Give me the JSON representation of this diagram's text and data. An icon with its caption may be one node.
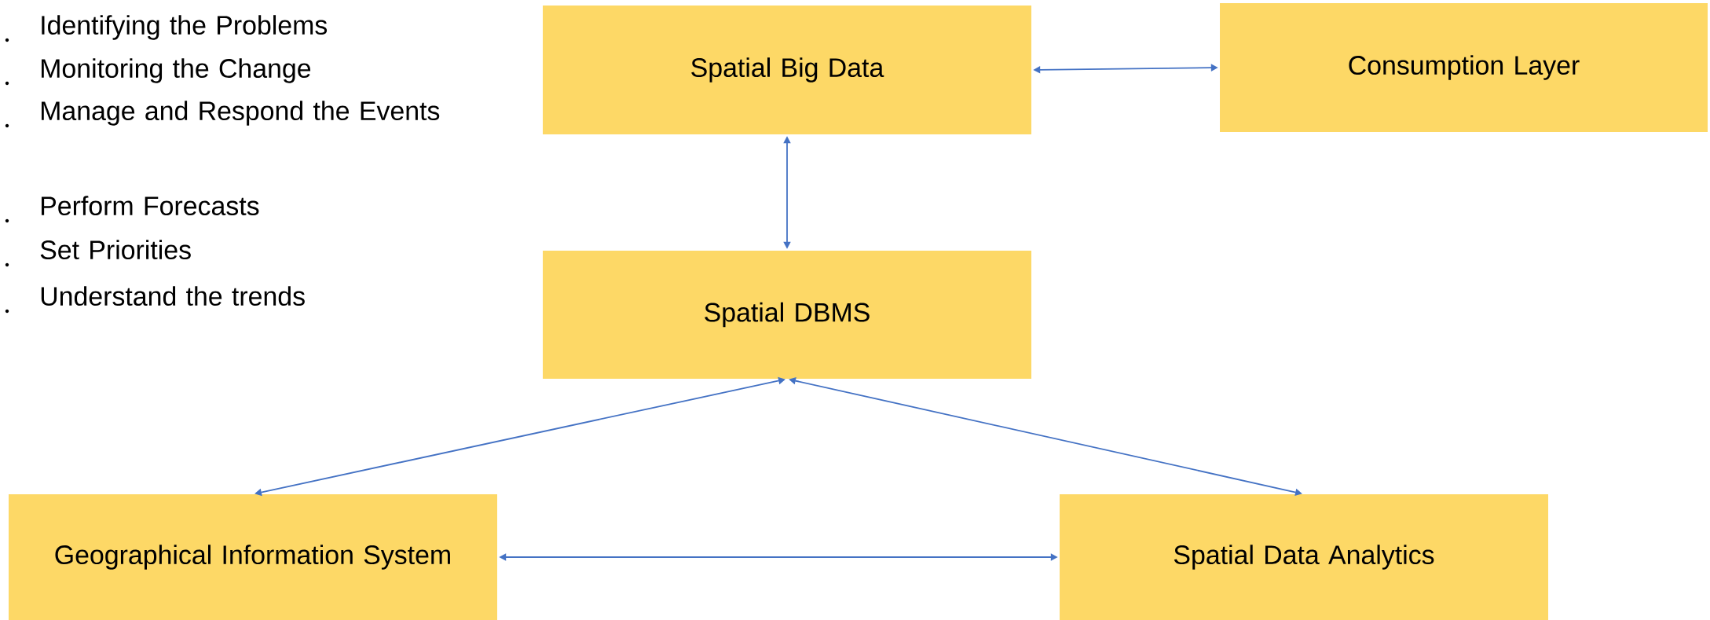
{
  "diagram": {
    "nodes": [
      {
        "text": [
          "Spatial Big Data"
        ]
      },
      {
        "text": [
          "Consumption Layer"
        ]
      },
      {
        "text": [
          "Spatial DBMS"
        ]
      },
      {
        "text": [
          "Geographical Information System"
        ]
      },
      {
        "text": [
          "Spatial Data Analytics"
        ]
      }
    ],
    "edges": [
      {
        "from": 0,
        "to": 1,
        "arrow": "both"
      },
      {
        "from": 0,
        "to": 2,
        "arrow": "both"
      },
      {
        "from": 2,
        "to": 3,
        "arrow": "both"
      },
      {
        "from": 2,
        "to": 4,
        "arrow": "both"
      },
      {
        "from": 3,
        "to": 4,
        "arrow": "both"
      }
    ],
    "labels": [
      "Identifying the Problems",
      "Monitoring the Change",
      "Manage and Respond the Events",
      "Perform Forecasts",
      "Set Priorities",
      "Understand the trends"
    ]
  }
}
